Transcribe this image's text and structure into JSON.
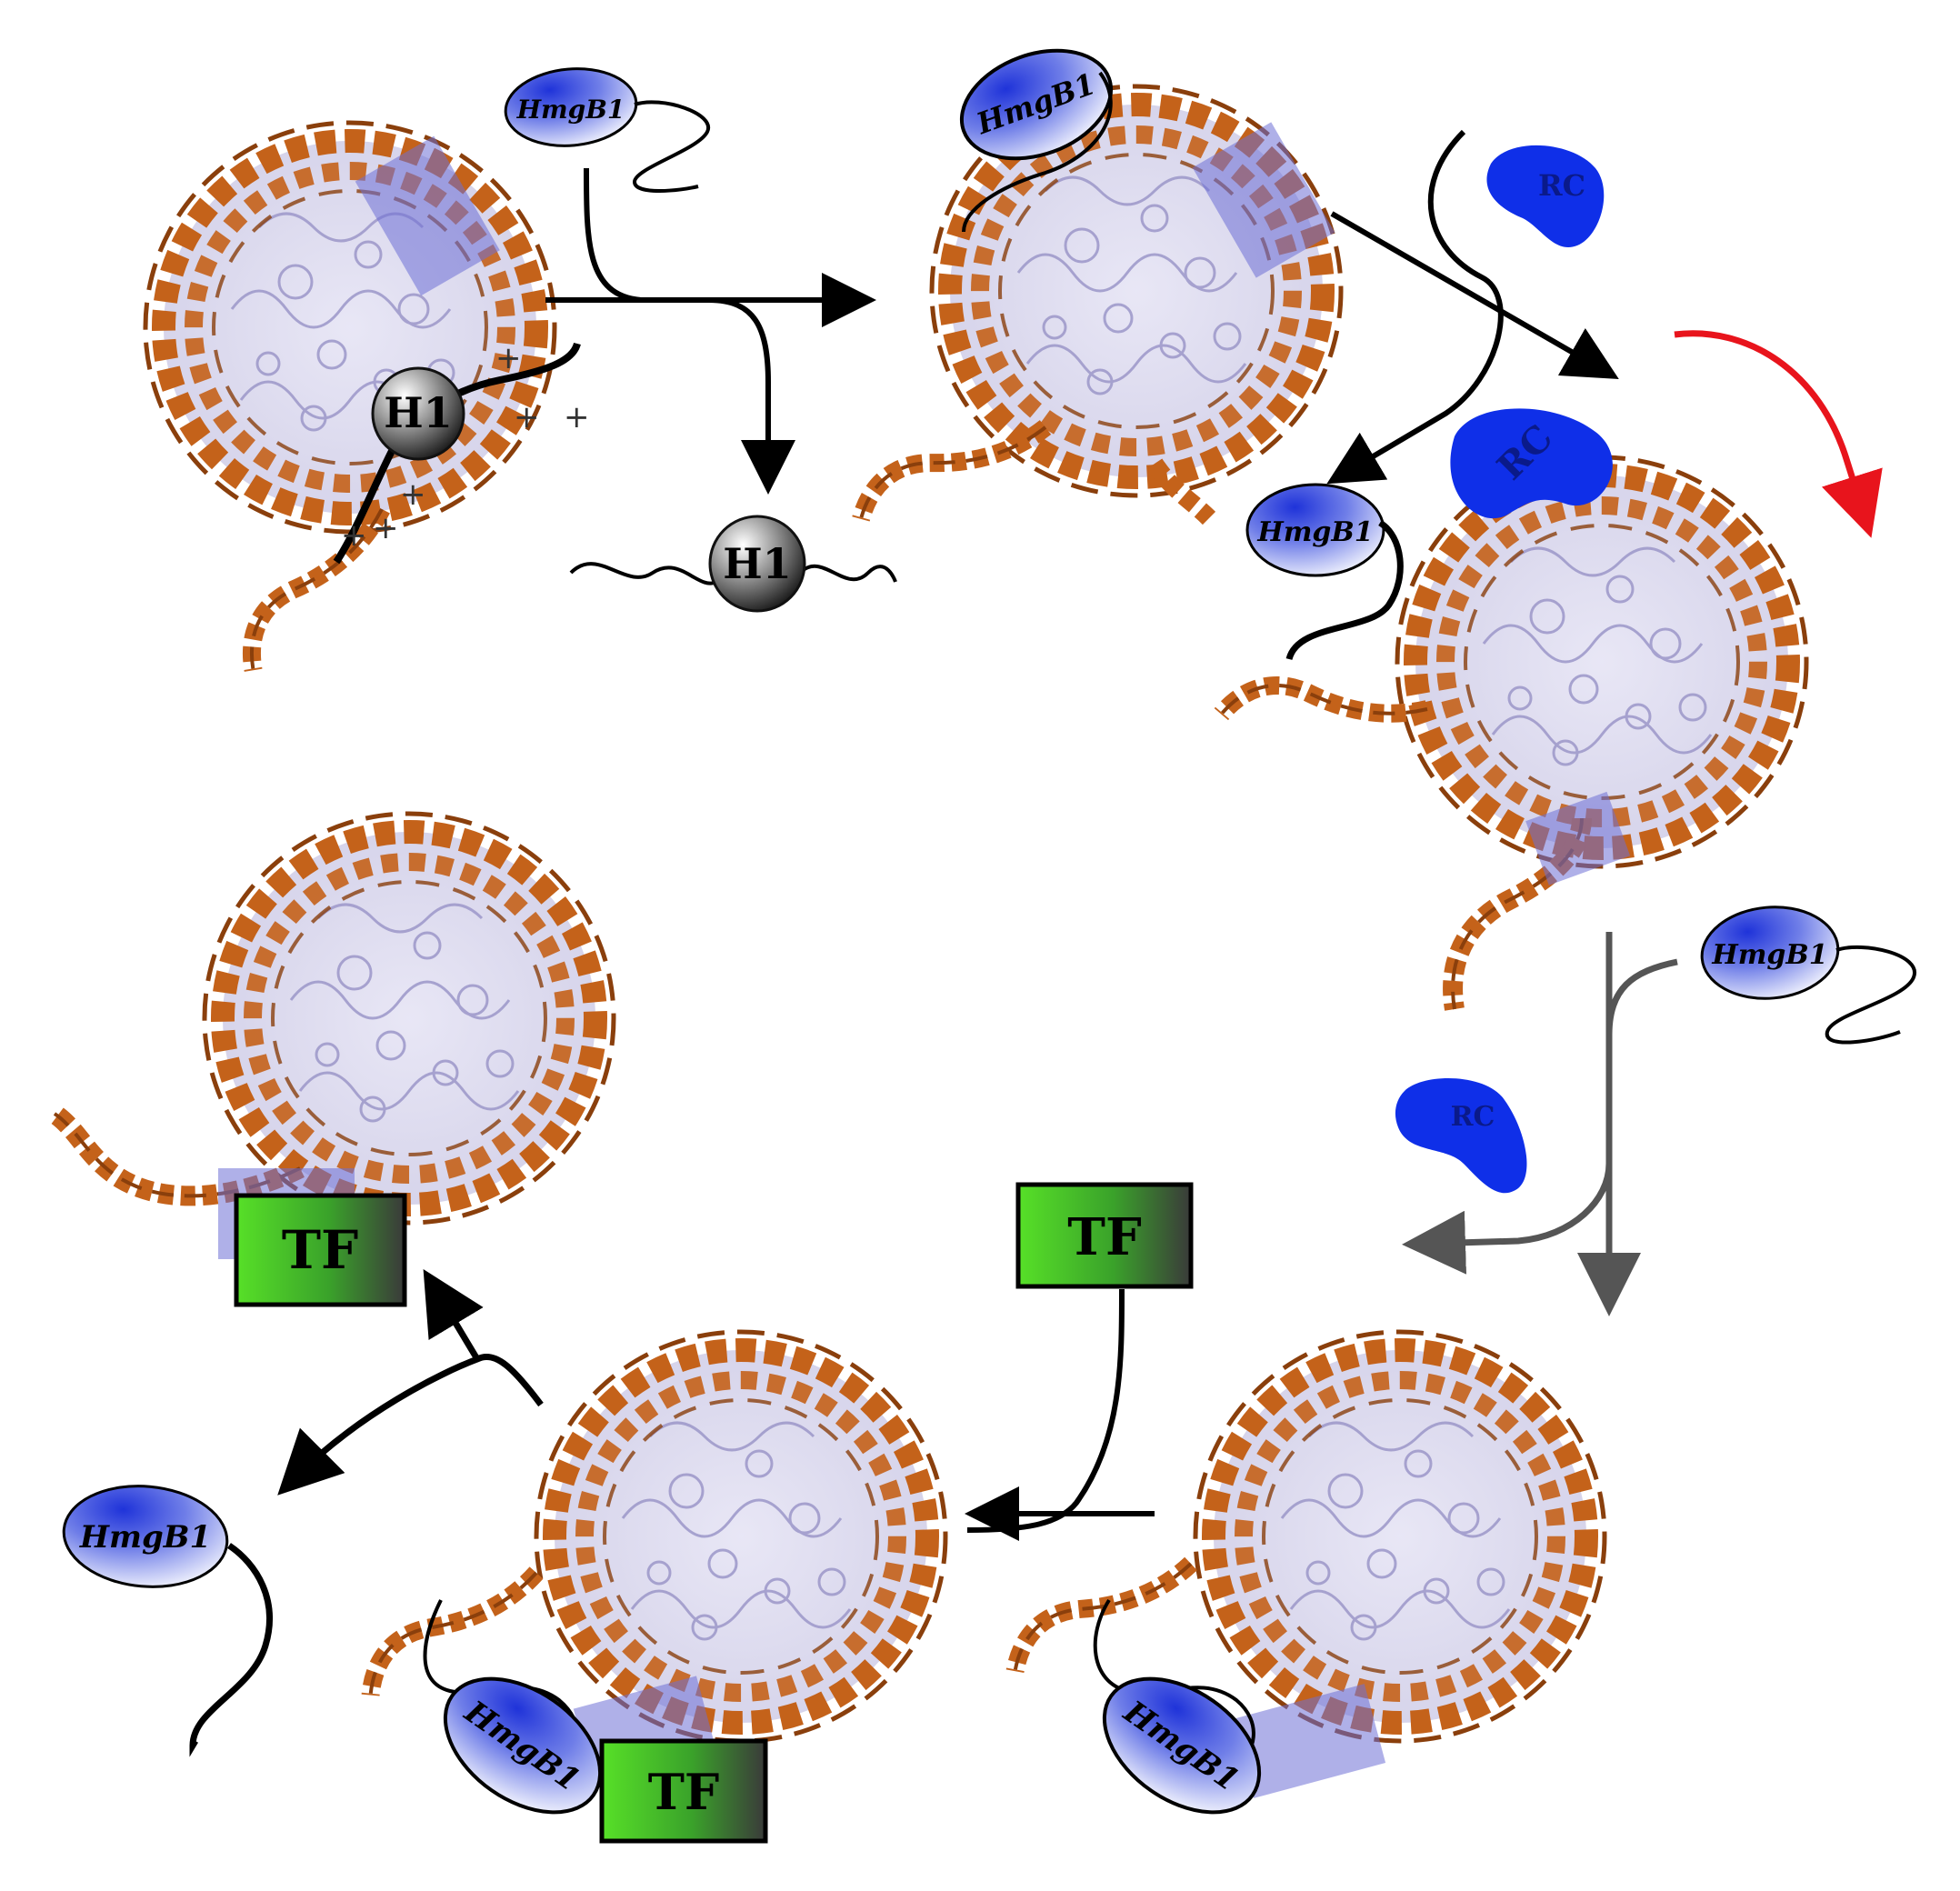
{
  "labels": {
    "hmgb1": "HmgB1",
    "h1": "H1",
    "rc": "RC",
    "tf": "TF",
    "plus": "+"
  },
  "colors": {
    "dna": "#c4621a",
    "dna_dark": "#8a3f0c",
    "histone_core": "#b8b4d8",
    "hmgb1_blue": "#2b3fd6",
    "rc_blue": "#0f2fe8",
    "tf_green": "#4fd12a",
    "tf_dark": "#3a3a3a",
    "site_box": "#6d6fd6",
    "arrow_black": "#000000",
    "arrow_gray": "#555555",
    "arrow_red": "#e8141c"
  },
  "icons": [
    "nucleosome",
    "hmgb1-protein",
    "h1-linker-histone",
    "rc-remodeling-complex",
    "tf-transcription-factor",
    "reaction-arrow"
  ]
}
